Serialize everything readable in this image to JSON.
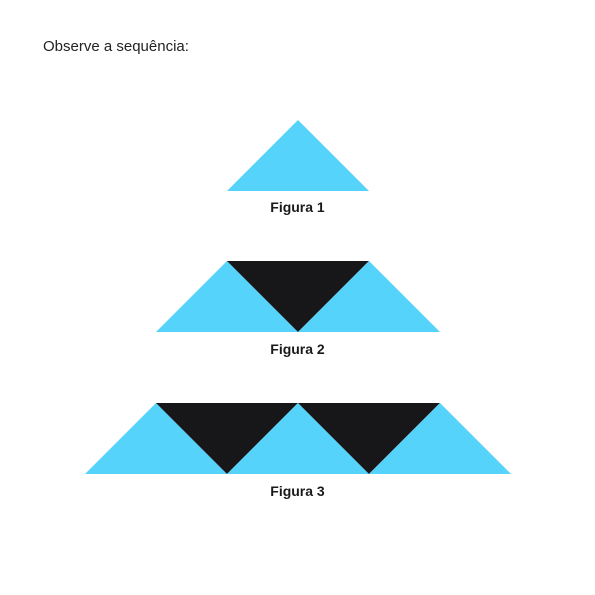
{
  "intro_text": "Observe a sequência:",
  "colors": {
    "light": "#56d3fb",
    "dark": "#17171a"
  },
  "figures": [
    {
      "caption": "Figura 1",
      "dark_count": 0
    },
    {
      "caption": "Figura 2",
      "dark_count": 1
    },
    {
      "caption": "Figura 3",
      "dark_count": 2
    }
  ]
}
